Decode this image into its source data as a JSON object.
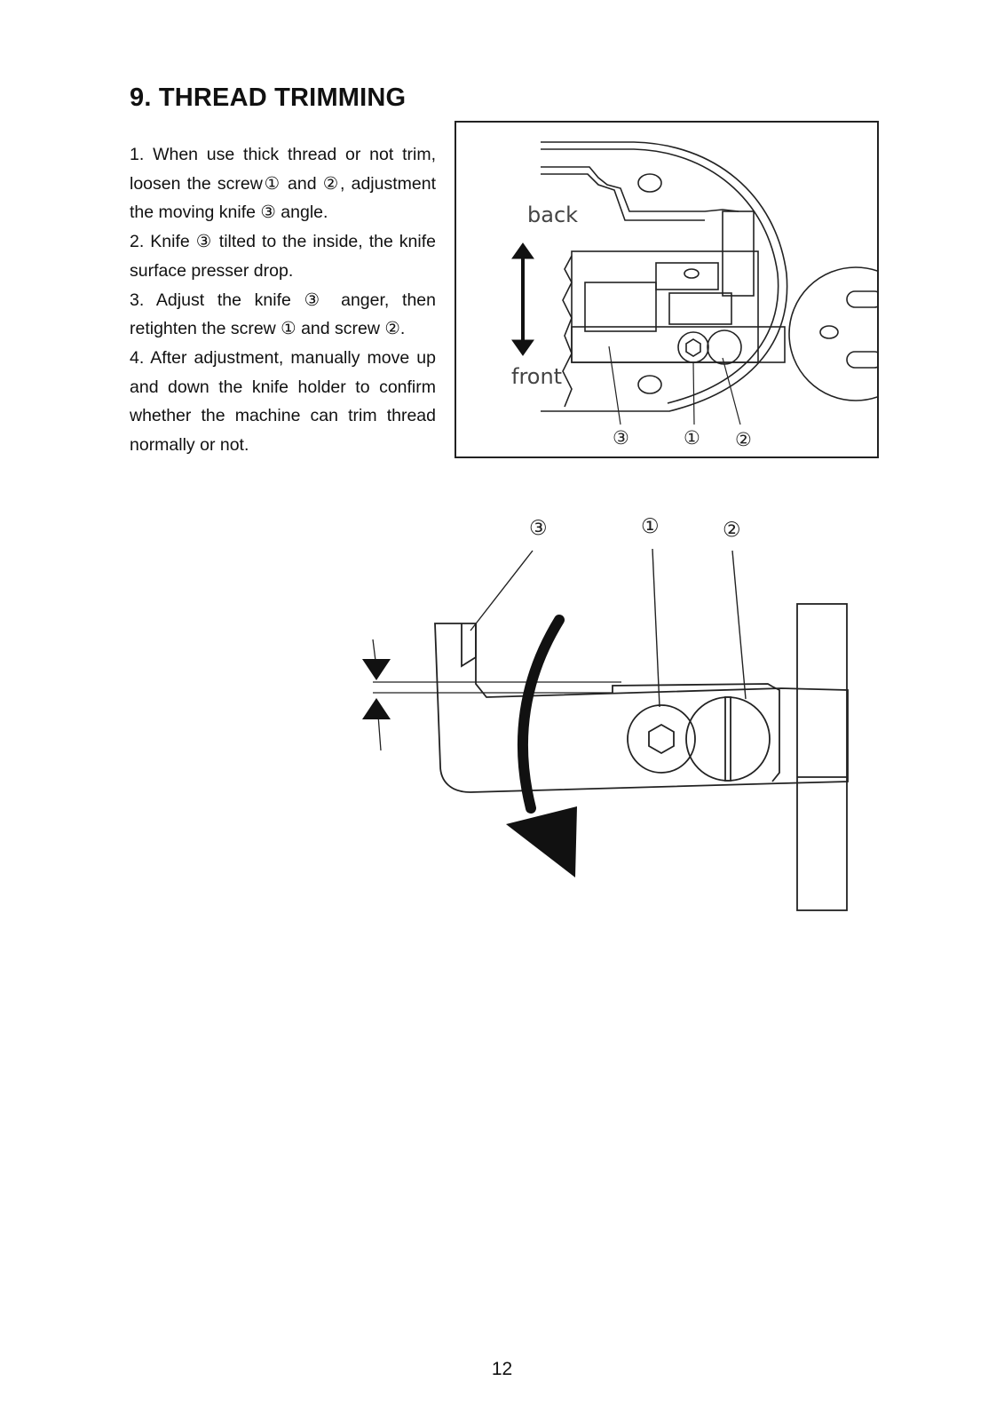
{
  "title": "9. THREAD TRIMMING",
  "steps": [
    "1. When use thick thread or not trim, loosen the screw① and ②, adjustment the moving knife ③ angle.",
    "2. Knife ③ tilted to the inside, the knife surface presser drop.",
    "3. Adjust the knife ③ anger, then retighten the screw ① and screw ②.",
    "4. After adjustment, manually move up and down the knife holder to confirm whether the machine can trim thread normally or not."
  ],
  "figure_top": {
    "label_back": "back",
    "label_front": "front",
    "callouts": [
      "③",
      "①",
      "②"
    ]
  },
  "figure_bottom": {
    "callouts": [
      "③",
      "①",
      "②"
    ]
  },
  "page_number": "12"
}
